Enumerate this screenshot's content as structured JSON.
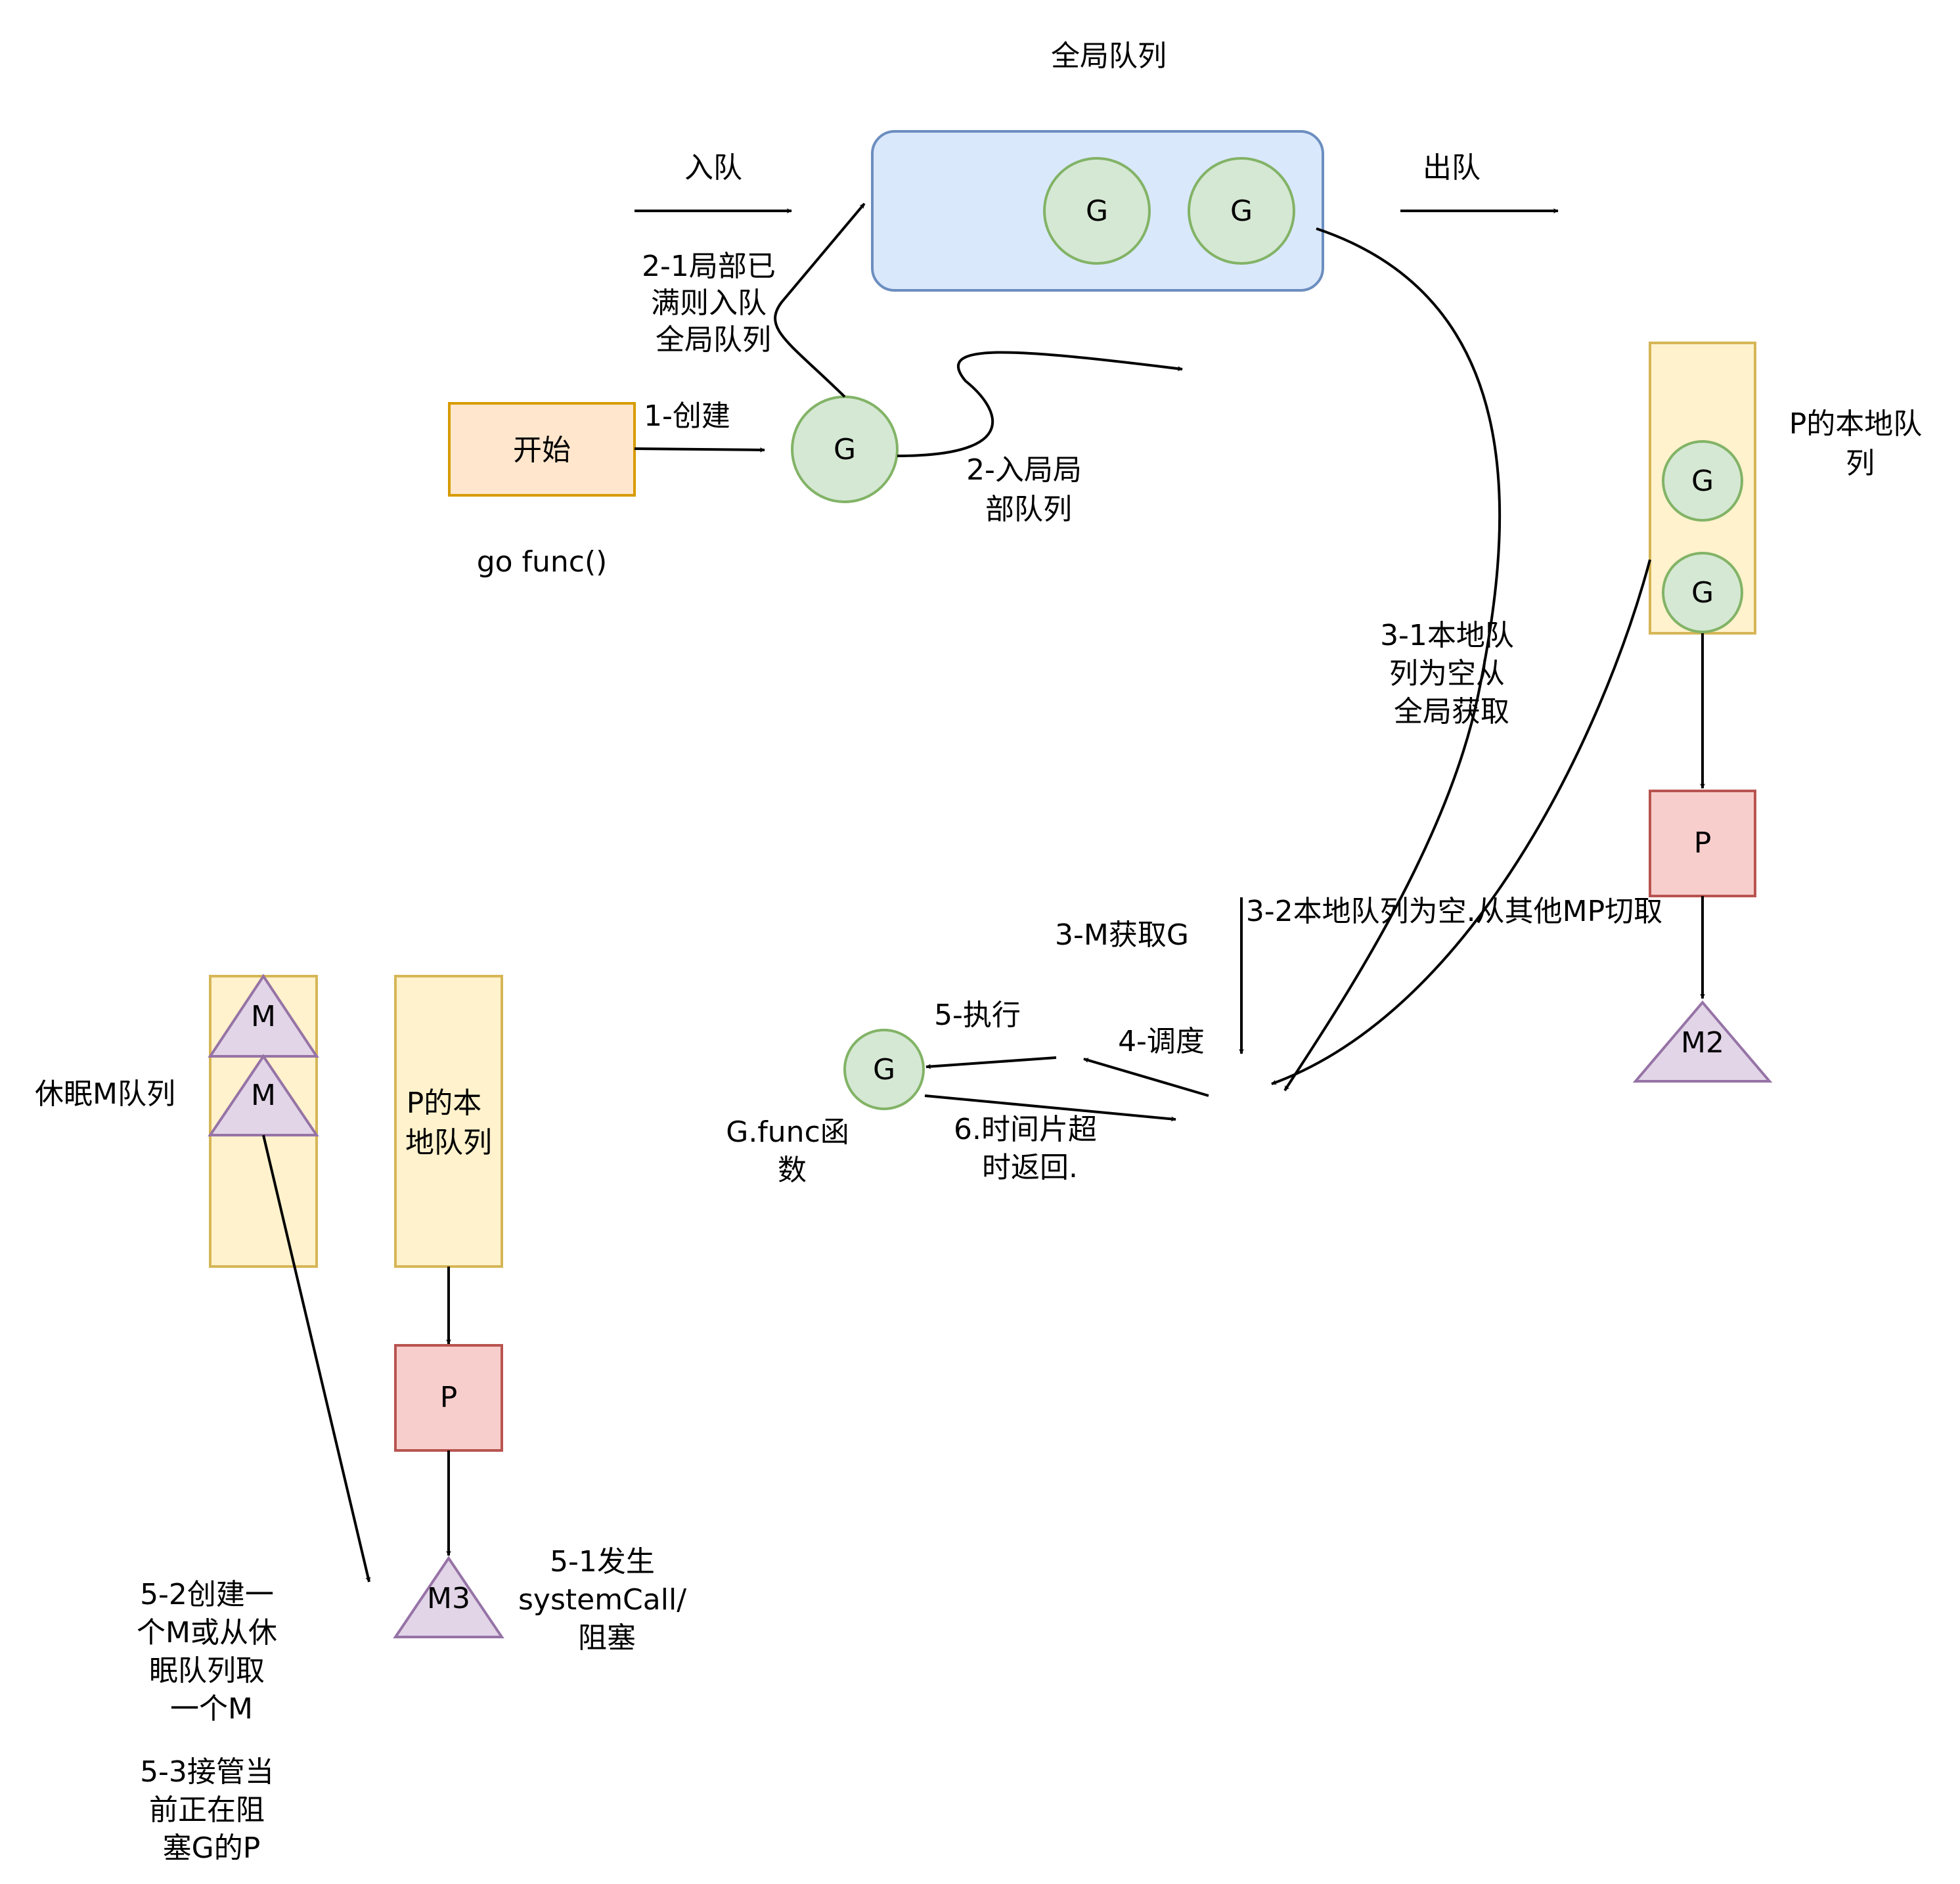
{
  "colors": {
    "global_queue_fill": "#dae8fc",
    "global_queue_stroke": "#6c8ebf",
    "g_fill": "#d5e8d4",
    "g_stroke": "#82b366",
    "local_queue_fill": "#fff2cc",
    "local_queue_stroke": "#d6b656",
    "p_fill": "#f8cecc",
    "p_stroke": "#b85450",
    "m_fill": "#e1d5e7",
    "m_stroke": "#9673a6",
    "start_fill": "#ffe6cc",
    "start_stroke": "#d79b00"
  },
  "global_queue": {
    "title": "全局队列",
    "g1": "G",
    "g2": "G"
  },
  "enqueue_label": "入队",
  "dequeue_label": "出队",
  "start": {
    "label": "开始",
    "caption": "go func()"
  },
  "step_1": "1-创建",
  "new_g": "G",
  "step_2_1": [
    "2-1局部已",
    "满则入队",
    "全局队列"
  ],
  "step_2": [
    "2-入局局",
    "部队列"
  ],
  "local_queue_right": {
    "title": [
      "P的本地队",
      "列"
    ],
    "g1": "G",
    "g2": "G"
  },
  "p_right": "P",
  "m2": "M2",
  "step_3_1": [
    "3-1本地队",
    "列为空从",
    "全局获取"
  ],
  "step_3_2": "3-2本地队列为空.从其他MP切取",
  "step_3_m": "3-M获取G",
  "step_4": "4-调度",
  "step_5": "5-执行",
  "step_6": [
    "6.时间片超",
    "时返回."
  ],
  "exec_g": {
    "label": "G",
    "caption": [
      "G.func函",
      "数"
    ]
  },
  "sleep_queue": {
    "title": "休眠M队列",
    "m1": "M",
    "m2": "M"
  },
  "local_queue_left": {
    "title": [
      "P的本",
      "地队列"
    ]
  },
  "p_left": "P",
  "m3": "M3",
  "step_5_1": [
    "5-1发生",
    "systemCall/",
    "阻塞"
  ],
  "step_5_2": [
    "5-2创建一",
    "个M或从休",
    "眠队列取",
    "一个M"
  ],
  "step_5_3": [
    "5-3接管当",
    "前正在阻",
    "塞G的P"
  ]
}
